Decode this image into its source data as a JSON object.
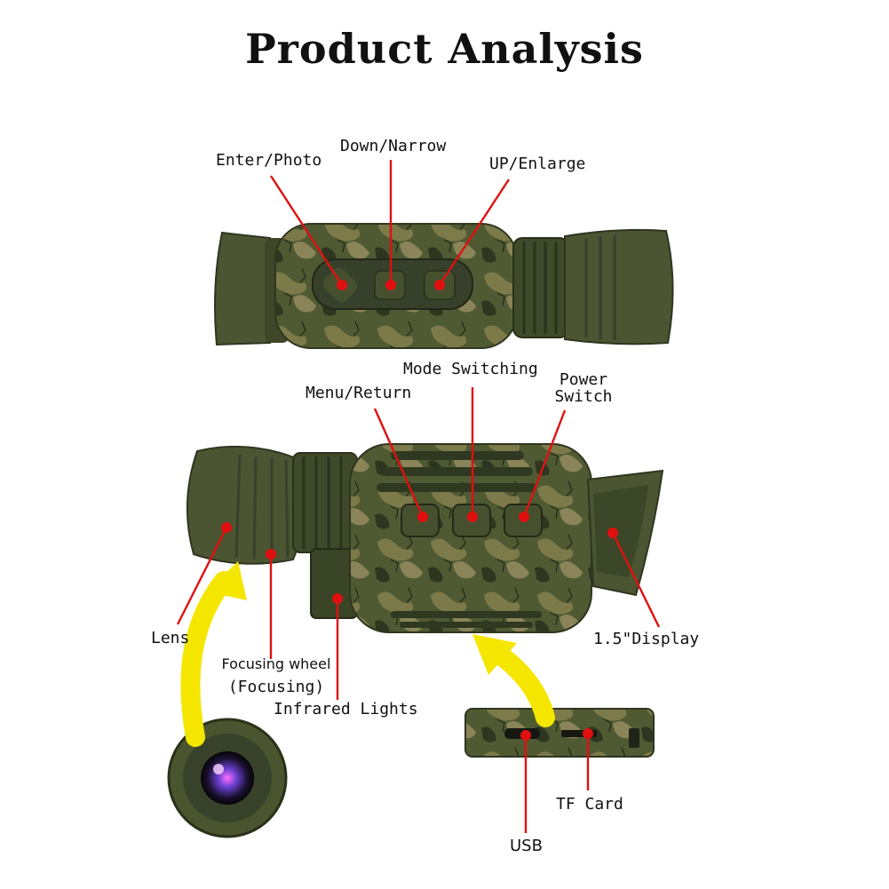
{
  "title": "Product Analysis",
  "top_view": {
    "labels": {
      "enter_photo": "Enter/Photo",
      "down_narrow": "Down/Narrow",
      "up_enlarge": "UP/Enlarge"
    }
  },
  "side_view": {
    "labels": {
      "menu_return": "Menu/Return",
      "mode_switching": "Mode Switching",
      "power_switch_line1": "Power",
      "power_switch_line2": "Switch",
      "lens": "Lens",
      "focusing_wheel_line1": "Focusing wheel",
      "focusing_wheel_line2": "(Focusing)",
      "infrared_lights": "Infrared Lights",
      "display": "1.5\"Display"
    }
  },
  "bottom_view": {
    "labels": {
      "tf_card": "TF Card",
      "usb": "USB"
    }
  },
  "colors": {
    "pointer": "#e01010",
    "arrow": "#f5e600",
    "body_green": "#4c5a34",
    "rubber_dark": "#3a4528",
    "camo_light": "#7d7a4a"
  }
}
